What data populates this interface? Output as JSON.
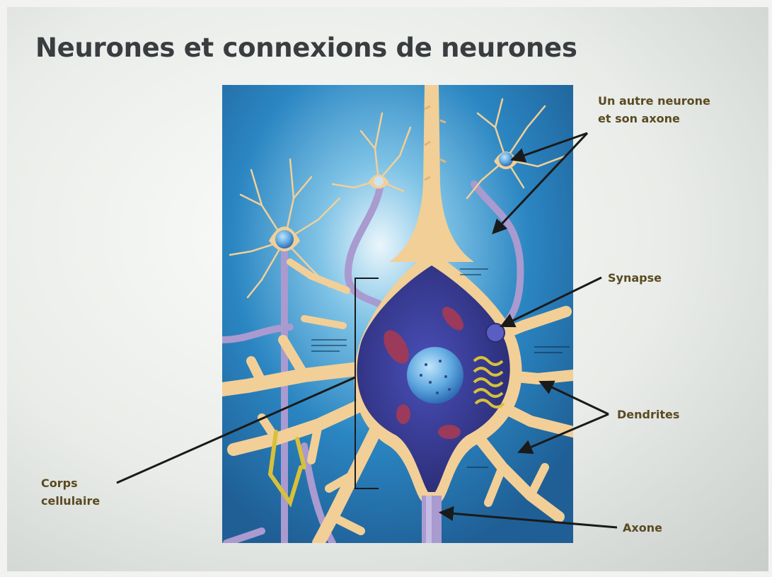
{
  "title": "Neurones et connexions de neurones",
  "labels": {
    "other_neuron_line1": "Un autre neurone",
    "other_neuron_line2": "et son axone",
    "synapse": "Synapse",
    "dendrites": "Dendrites",
    "corps_line1": "Corps",
    "corps_line2": "cellulaire",
    "axone": "Axone"
  },
  "colors": {
    "background_blue": "#2a78b5",
    "neuron_tan": "#f2cf97",
    "cell_body": "#3d3f9a",
    "nucleus": "#5fa8e0",
    "axon_lilac": "#a99ad0",
    "label_text": "#5a4a22"
  }
}
